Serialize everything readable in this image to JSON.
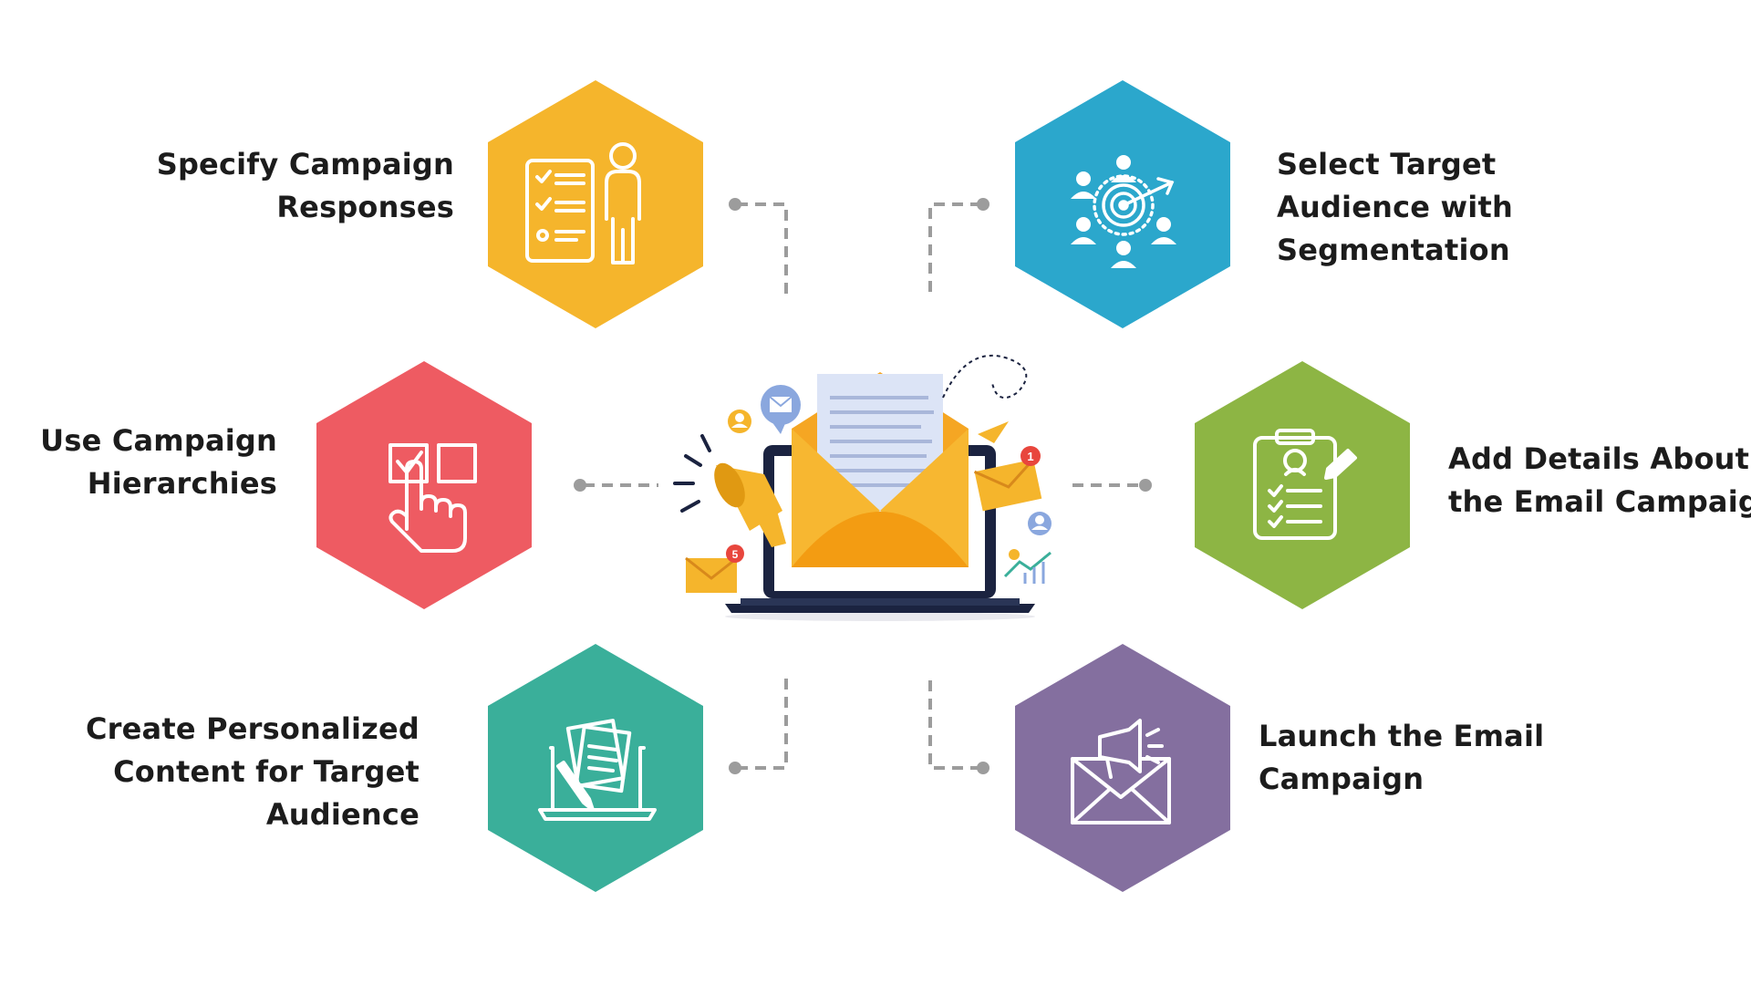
{
  "steps": {
    "specify": {
      "lines": [
        "Specify Campaign",
        "Responses"
      ],
      "color": "#F5B52C",
      "icon": "checklist-person-icon"
    },
    "select": {
      "lines": [
        "Select Target",
        "Audience with",
        "Segmentation"
      ],
      "color": "#2BA7CC",
      "icon": "target-audience-icon"
    },
    "hierarchies": {
      "lines": [
        "Use Campaign",
        "Hierarchies"
      ],
      "color": "#EE5B62",
      "icon": "hand-checkbox-icon"
    },
    "details": {
      "lines": [
        "Add Details About",
        "the Email Campaign"
      ],
      "color": "#8DB544",
      "icon": "clipboard-pencil-icon"
    },
    "content": {
      "lines": [
        "Create Personalized",
        "Content for Target",
        "Audience"
      ],
      "color": "#3AAF9A",
      "icon": "laptop-documents-icon"
    },
    "launch": {
      "lines": [
        "Launch the Email",
        "Campaign"
      ],
      "color": "#846F9F",
      "icon": "envelope-megaphone-icon"
    }
  },
  "center": {
    "icon": "email-marketing-laptop-icon",
    "badges": {
      "left_envelope": "5",
      "right_envelope": "1"
    }
  },
  "colors": {
    "connector": "#9C9C9C",
    "text": "#1C1C1C"
  }
}
